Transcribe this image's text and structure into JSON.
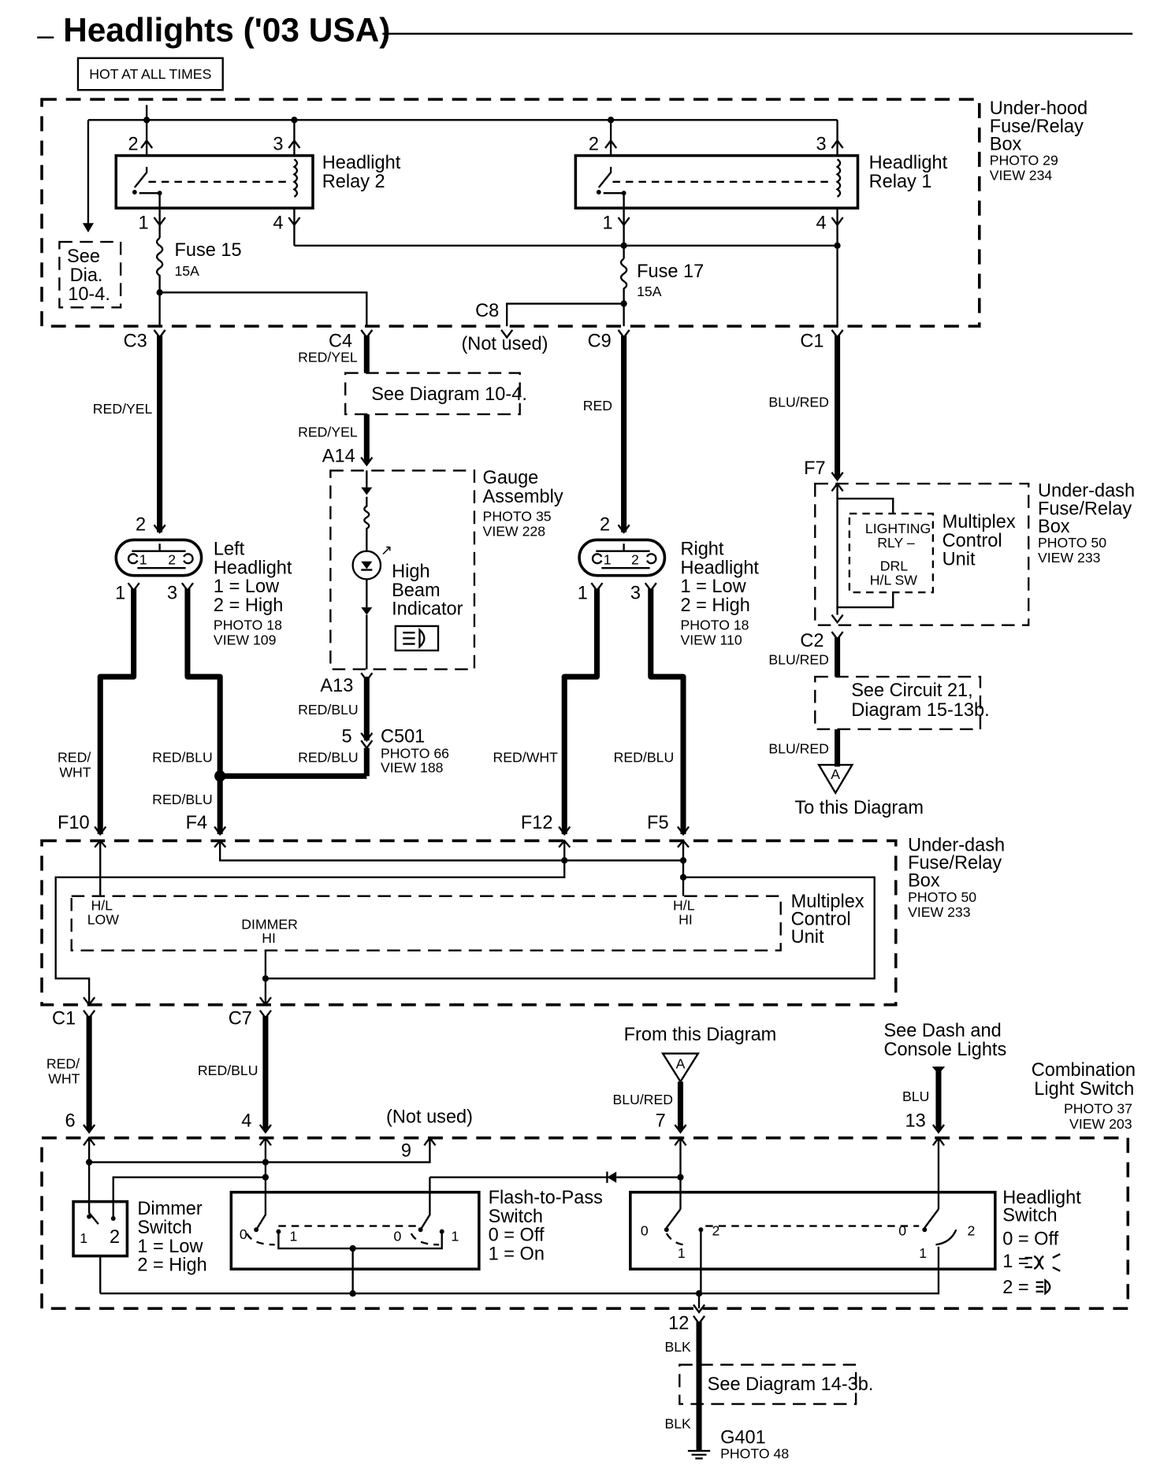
{
  "title": "Headlights ('03 USA)",
  "hot_label": "HOT AT ALL TIMES",
  "underhood_box": {
    "l1": "Under-hood",
    "l2": "Fuse/Relay",
    "l3": "Box",
    "photo": "PHOTO 29",
    "view": "VIEW 234"
  },
  "relay2": {
    "l1": "Headlight",
    "l2": "Relay 2",
    "pin2": "2",
    "pin3": "3",
    "pin1": "1",
    "pin4": "4"
  },
  "relay1": {
    "l1": "Headlight",
    "l2": "Relay 1",
    "pin2": "2",
    "pin3": "3",
    "pin1": "1",
    "pin4": "4"
  },
  "see_dia": {
    "l1": "See",
    "l2": "Dia.",
    "l3": "10-4."
  },
  "fuse15": {
    "name": "Fuse 15",
    "rating": "15A"
  },
  "fuse17": {
    "name": "Fuse 17",
    "rating": "15A"
  },
  "connectors": {
    "c3": "C3",
    "c4": "C4",
    "c8": "C8",
    "c9": "C9",
    "c1": "C1",
    "not_used": "(Not used)"
  },
  "wires": {
    "red_yel": "RED/YEL",
    "red": "RED",
    "blu_red": "BLU/RED",
    "red_blu": "RED/BLU",
    "red_wht1": "RED/",
    "red_wht2": "WHT",
    "red_wht": "RED/WHT",
    "blk": "BLK",
    "blu": "BLU"
  },
  "see_diagram_10_4": "See Diagram 10-4.",
  "gauge": {
    "pin_a14": "A14",
    "pin_a13": "A13",
    "l1": "Gauge",
    "l2": "Assembly",
    "photo": "PHOTO 35",
    "view": "VIEW 228",
    "ind1": "High",
    "ind2": "Beam",
    "ind3": "Indicator"
  },
  "underdash_top": {
    "pin_f7": "F7",
    "l1": "Under-dash",
    "l2": "Fuse/Relay",
    "l3": "Box",
    "photo": "PHOTO 50",
    "view": "VIEW 233",
    "mcu1": "Multiplex",
    "mcu2": "Control",
    "mcu3": "Unit",
    "lighting1": "LIGHTING",
    "lighting2": "RLY –",
    "drl1": "DRL",
    "drl2": "H/L SW",
    "pin_c2": "C2"
  },
  "see_circuit": {
    "l1": "See Circuit 21,",
    "l2": "Diagram 15-13b."
  },
  "to_diagram": "To this Diagram",
  "from_diagram": "From this Diagram",
  "connector_a": "A",
  "left_headlight": {
    "l1": "Left",
    "l2": "Headlight",
    "l3": "1 =  Low",
    "l4": "2 =  High",
    "photo": "PHOTO 18",
    "view": "VIEW 109",
    "pin2": "2",
    "pin1": "1",
    "pin3": "3",
    "in1": "1",
    "in2": "2"
  },
  "right_headlight": {
    "l1": "Right",
    "l2": "Headlight",
    "l3": "1 =  Low",
    "l4": "2 =  High",
    "photo": "PHOTO 18",
    "view": "VIEW 110",
    "pin2": "2",
    "pin1": "1",
    "pin3": "3",
    "in1": "1",
    "in2": "2"
  },
  "c501": {
    "pin": "5",
    "name": "C501",
    "photo": "PHOTO 66",
    "view": "VIEW 188"
  },
  "underdash_mid": {
    "f10": "F10",
    "f4": "F4",
    "f12": "F12",
    "f5": "F5",
    "l1": "Under-dash",
    "l2": "Fuse/Relay",
    "l3": "Box",
    "photo": "PHOTO 50",
    "view": "VIEW 233",
    "mcu1": "Multiplex",
    "mcu2": "Control",
    "mcu3": "Unit",
    "hl_low1": "H/L",
    "hl_low2": "LOW",
    "dim1": "DIMMER",
    "dim2": "HI",
    "hl_hi1": "H/L",
    "hl_hi2": "HI",
    "c1": "C1",
    "c7": "C7"
  },
  "dash_lights": {
    "l1": "See Dash and",
    "l2": "Console Lights"
  },
  "combo_switch": {
    "l1": "Combination",
    "l2": "Light Switch",
    "photo": "PHOTO 37",
    "view": "VIEW 203",
    "p6": "6",
    "p4": "4",
    "p7": "7",
    "p13": "13",
    "p9": "9",
    "not_used": "(Not used)"
  },
  "dimmer": {
    "l1": "Dimmer",
    "l2": "Switch",
    "l3": "1 =  Low",
    "l4": "2 =  High",
    "i1": "1",
    "i2": "2"
  },
  "flash": {
    "l1": "Flash-to-Pass",
    "l2": "Switch",
    "l3": "0 =  Off",
    "l4": "1 =  On",
    "a0": "0",
    "a1": "1",
    "b0": "0",
    "b1": "1"
  },
  "hl_switch": {
    "l1": "Headlight",
    "l2": "Switch",
    "l3": "0 = Off",
    "l4": "1 =",
    "l5": "2 =",
    "a0": "0",
    "a1": "1",
    "a2": "2",
    "b0": "0",
    "b1": "1",
    "b2": "2"
  },
  "ground": {
    "pin": "12",
    "see": "See Diagram 14-3b.",
    "name": "G401",
    "photo": "PHOTO 48"
  }
}
